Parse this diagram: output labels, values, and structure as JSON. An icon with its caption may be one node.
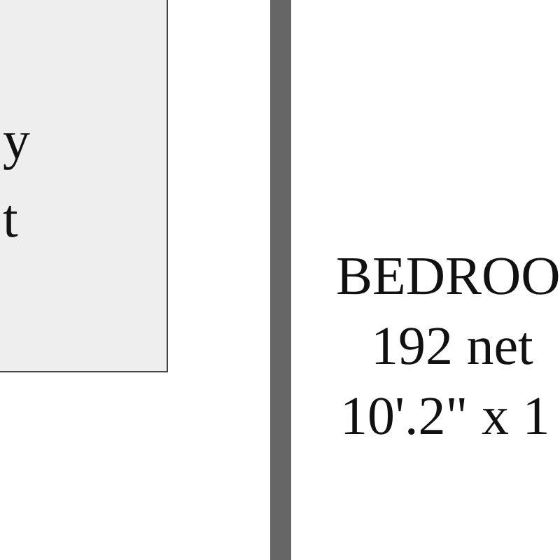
{
  "diagram": {
    "nodes": [
      {
        "text": [
          "y",
          "t"
        ]
      },
      {
        "text": [],
        "shape": "bar"
      },
      {
        "text": [
          "BEDROO",
          "192 net",
          "10'.2\" x 1"
        ]
      }
    ]
  }
}
